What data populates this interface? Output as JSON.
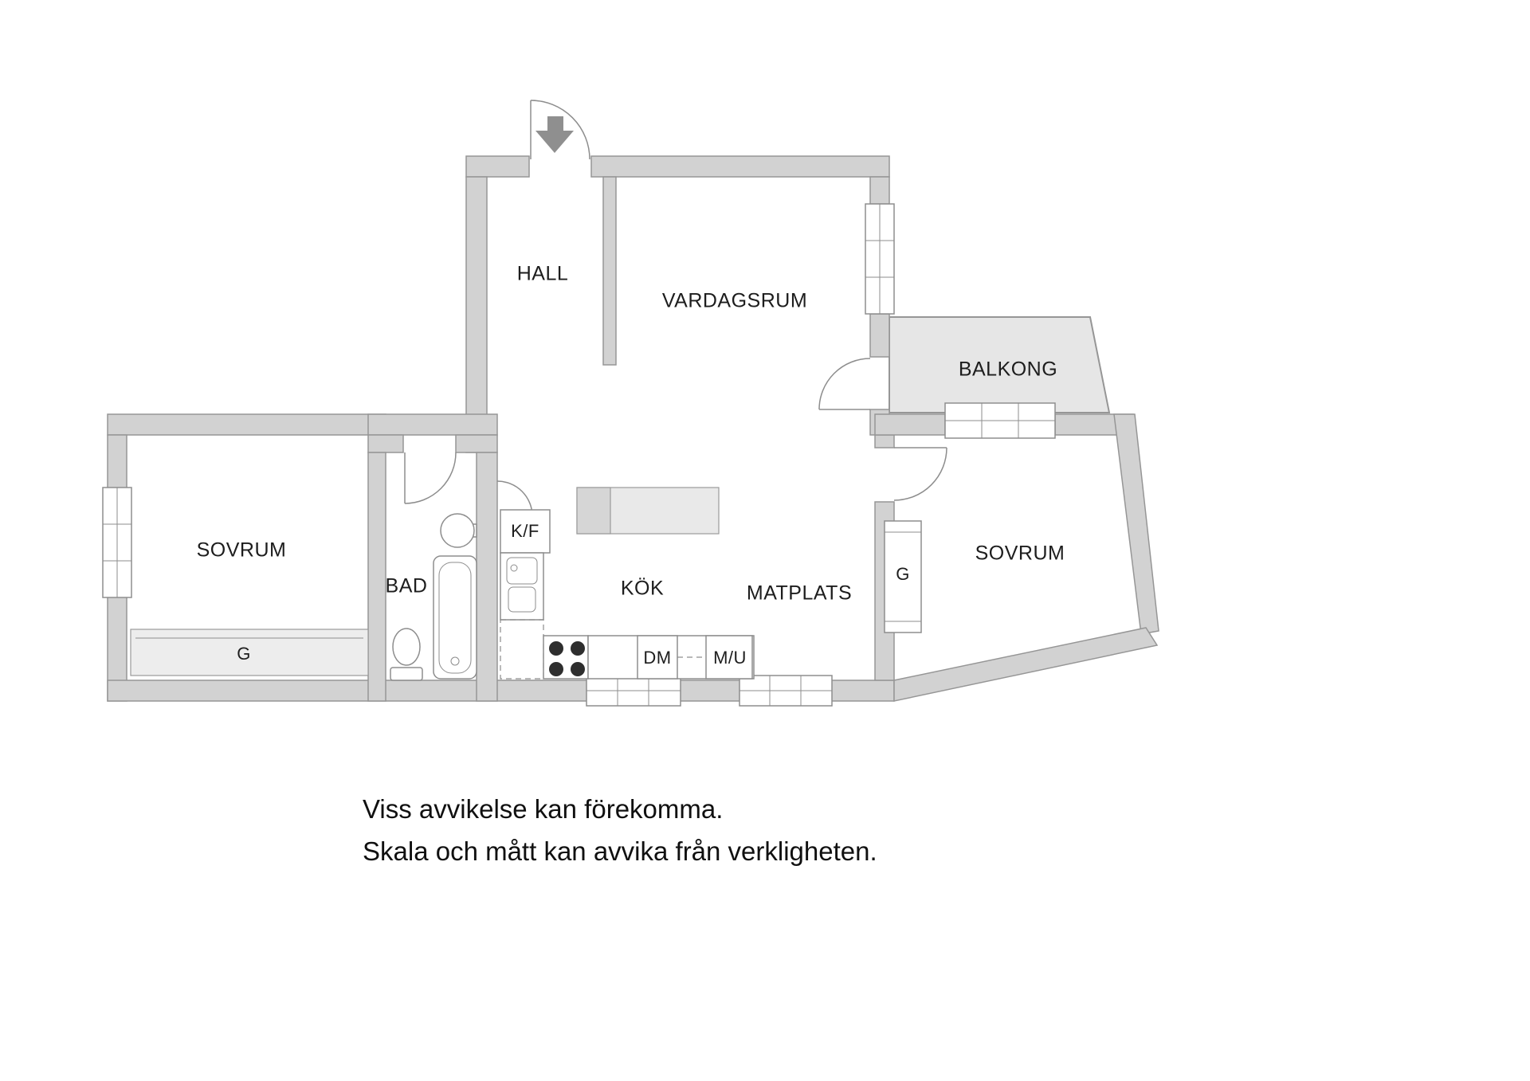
{
  "labels": {
    "hall": "HALL",
    "vardagsrum": "VARDAGSRUM",
    "balkong": "BALKONG",
    "sovrum_left": "SOVRUM",
    "sovrum_right": "SOVRUM",
    "bad": "BAD",
    "kf": "K/F",
    "kok": "KÖK",
    "matplats": "MATPLATS",
    "garderob_left": "G",
    "garderob_right": "G",
    "dm": "DM",
    "mu": "M/U"
  },
  "footer": {
    "line1": "Viss avvikelse kan förekomma.",
    "line2": "Skala och mått kan avvika från verkligheten."
  },
  "colors": {
    "wall_fill": "#d2d2d2",
    "wall_stroke": "#969696",
    "balcony_fill": "#e6e6e6",
    "floor": "#ffffff",
    "label": "#1d1d1d",
    "fixture_stroke": "#8d8d8d",
    "stove_burner": "#2e2e2e",
    "entry_arrow": "#8f8f8f"
  }
}
